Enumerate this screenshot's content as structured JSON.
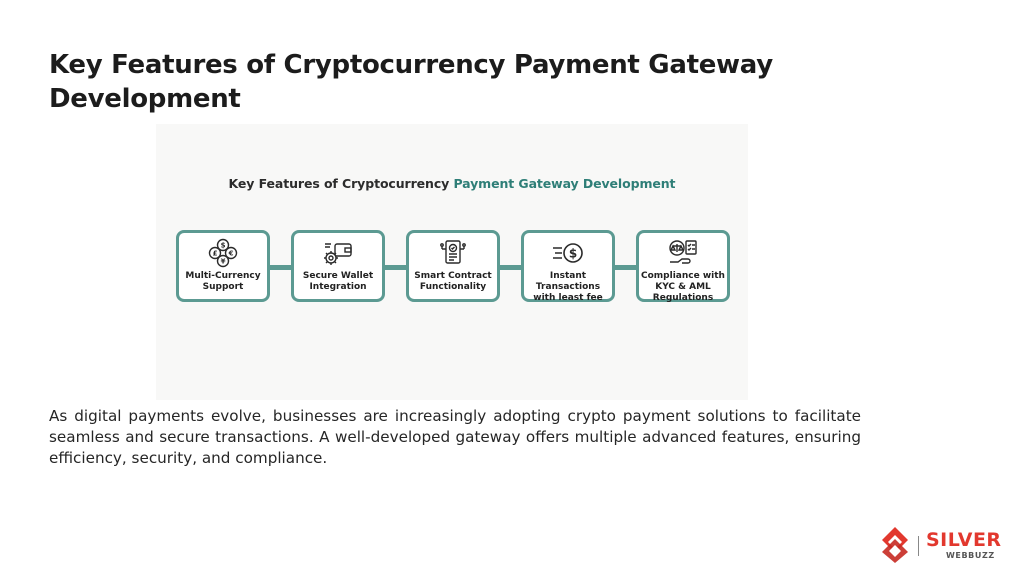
{
  "page": {
    "title": "Key Features of Cryptocurrency Payment Gateway Development",
    "body": "As digital payments evolve, businesses are increasingly adopting crypto payment solutions to facilitate seamless and secure transactions. A well-developed gateway offers multiple advanced features, ensuring efficiency, security, and compliance."
  },
  "figure": {
    "heading_part1": "Key Features of ",
    "heading_part2": "Cryptocurrency",
    "heading_part3": " Payment Gateway Development",
    "cards": [
      {
        "label": "Multi-Currency Support",
        "icon": "currency-coins-icon"
      },
      {
        "label": "Secure Wallet Integration",
        "icon": "wallet-gear-icon"
      },
      {
        "label": "Smart Contract Functionality",
        "icon": "smart-contract-document-icon"
      },
      {
        "label": "Instant Transactions with least fee",
        "icon": "fast-dollar-icon"
      },
      {
        "label": "Compliance with KYC & AML Regulations",
        "icon": "compliance-scale-icon"
      }
    ]
  },
  "logo": {
    "word": "SILVER",
    "sub": "WEBBUZZ"
  },
  "colors": {
    "accent_teal": "#5c9a92",
    "heading_teal": "#2e7e77",
    "brand_red": "#e2382e"
  }
}
